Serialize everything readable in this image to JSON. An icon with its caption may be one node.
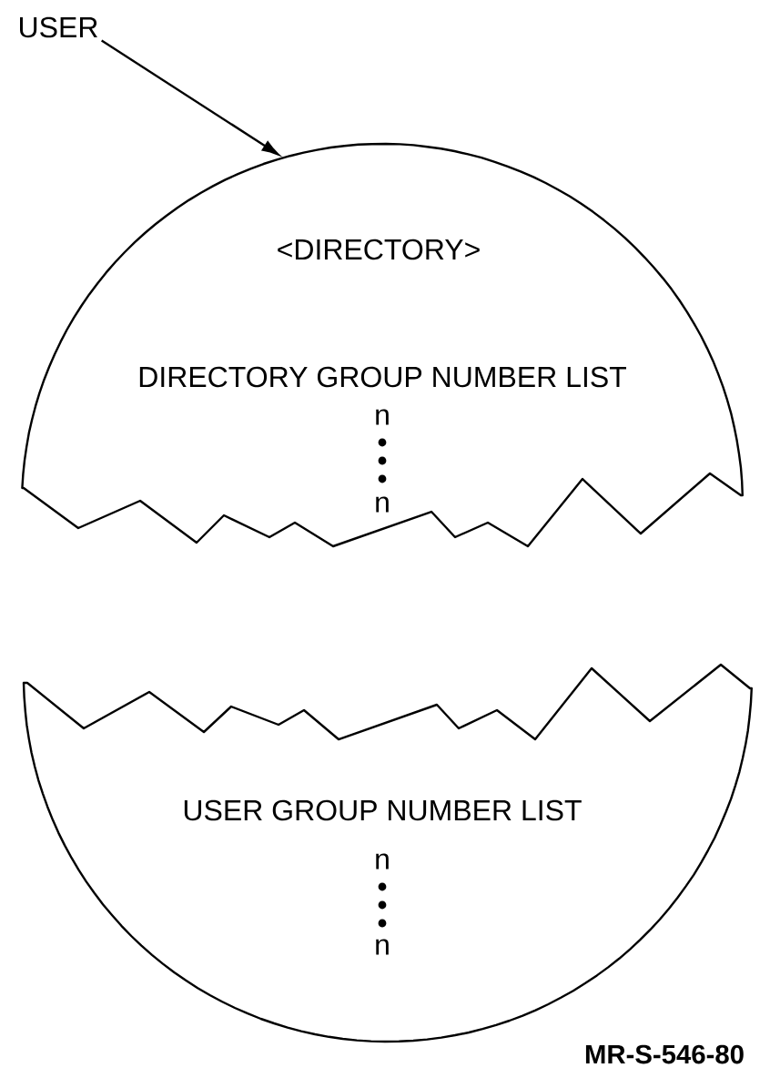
{
  "diagram": {
    "nodes": [
      {
        "text": [
          "USER"
        ]
      },
      {
        "text": [
          "<DIRECTORY>",
          "DIRECTORY GROUP NUMBER LIST",
          "n",
          "n"
        ]
      },
      {
        "text": [
          "USER GROUP NUMBER LIST",
          "n",
          "n"
        ]
      }
    ],
    "edges": [
      {
        "from": 0,
        "to": 1,
        "arrow": "to"
      }
    ],
    "labels": [
      "MR-S-546-80"
    ]
  }
}
